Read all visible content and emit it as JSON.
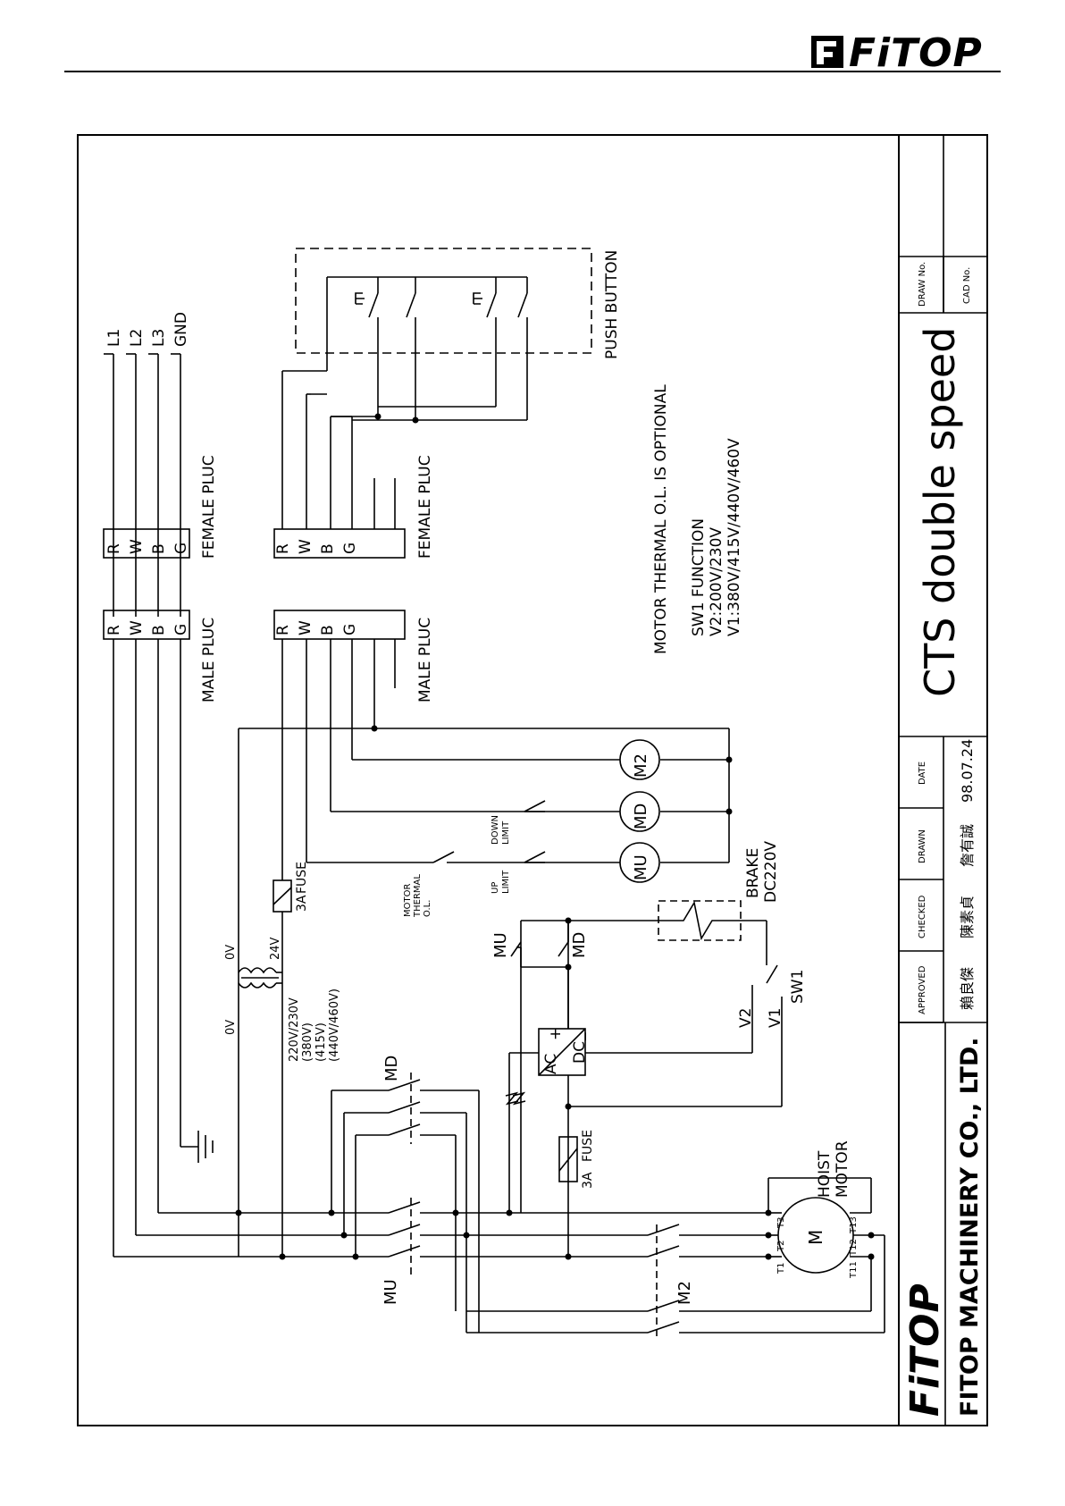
{
  "brand": {
    "name": "FiTOP",
    "company": "FITOP MACHINERY CO., LTD."
  },
  "title": "CTS  double  speed",
  "title_block": {
    "fields": [
      {
        "label": "APPROVED",
        "value": "賴良傑"
      },
      {
        "label": "CHECKED",
        "value": "陳素貞"
      },
      {
        "label": "DRAWN",
        "value": "詹有誠"
      },
      {
        "label": "DATE",
        "value": "98.07.24"
      }
    ],
    "draw_no_label": "DRAW No.",
    "cad_no_label": "CAD No."
  },
  "labels": {
    "supply": [
      "L1",
      "L2",
      "L3",
      "GND"
    ],
    "plug_pins_4": [
      "R",
      "W",
      "B",
      "G"
    ],
    "female_plug": "FEMALE PLUC",
    "male_plug": "MALE PLUC",
    "push_button": "PUSH BUTTON",
    "note_thermal": "MOTOR THERMAL  O.L. IS OPTIONAL",
    "sw1_function": [
      "SW1  FUNCTION",
      "V2:200V/230V",
      "V1:380V/415V/440V/460V"
    ],
    "coils": [
      "M2",
      "MD",
      "MU"
    ],
    "down_limit": [
      "DOWN",
      "LIMIT"
    ],
    "up_limit": [
      "UP",
      "LIMIT"
    ],
    "motor_thermal": [
      "MOTOR",
      "THERMAL",
      "O.L."
    ],
    "brake": [
      "BRAKE",
      "DC220V"
    ],
    "fuse_3a": [
      "3A",
      "FUSE"
    ],
    "transformer_primary": [
      "220V/230V",
      "(380V)",
      "(415V)",
      "(440V/460V)"
    ],
    "v24": "24V",
    "v0": "0V",
    "sw1": "SW1",
    "v1": "V1",
    "v2": "V2",
    "ac": "AC",
    "dc": "DC",
    "plus": "+",
    "minus": "_",
    "contact_mu": "MU",
    "contact_md": "MD",
    "contact_m2": "M2",
    "motor": "M",
    "hoist_motor": [
      "HOIST",
      "MOTOR"
    ],
    "terminals": [
      "T1",
      "T2",
      "T3",
      "T11",
      "T12",
      "T13"
    ]
  }
}
